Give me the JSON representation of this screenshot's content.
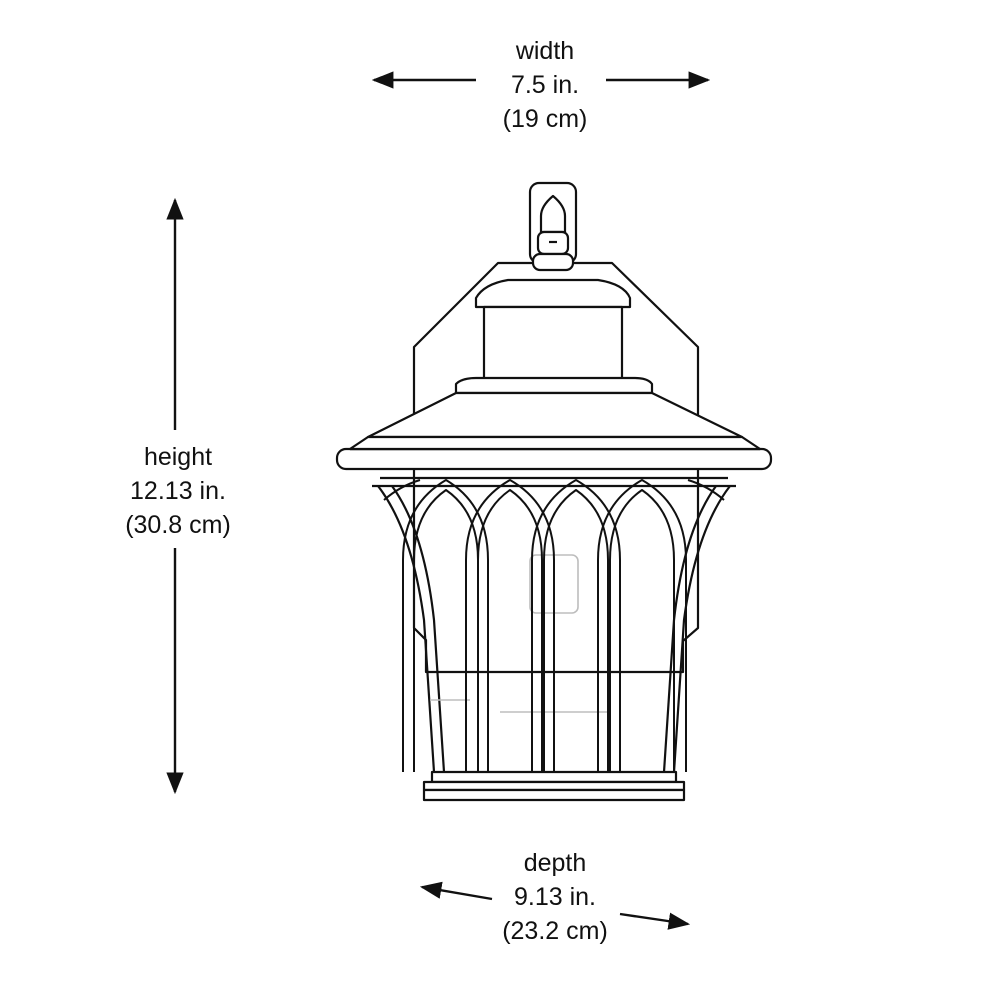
{
  "dimensions": {
    "width": {
      "label": "width",
      "inches": "7.5 in.",
      "cm": "(19 cm)"
    },
    "height": {
      "label": "height",
      "inches": "12.13 in.",
      "cm": "(30.8 cm)"
    },
    "depth": {
      "label": "depth",
      "inches": "9.13 in.",
      "cm": "(23.2 cm)"
    }
  },
  "colors": {
    "line": "#111111",
    "background": "#ffffff",
    "glass": "#bdbdbd"
  }
}
